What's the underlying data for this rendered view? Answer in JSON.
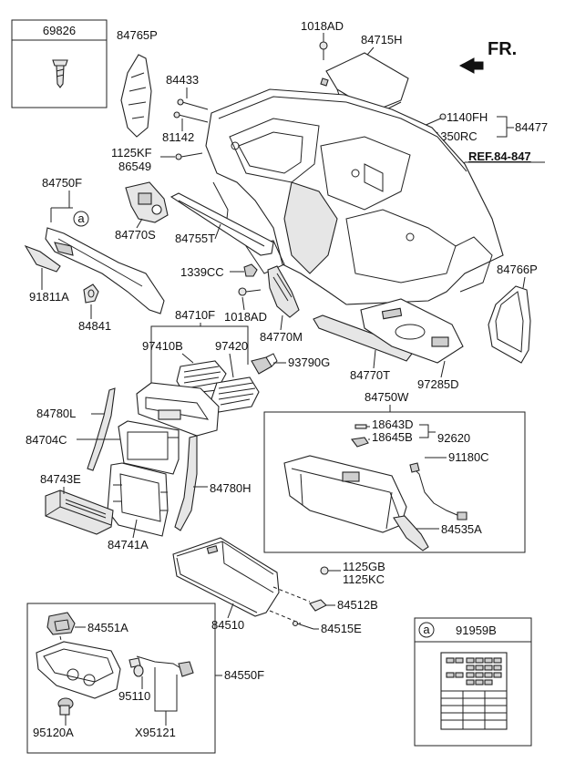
{
  "labels": {
    "p69826": "69826",
    "p84765P": "84765P",
    "p1018AD_top": "1018AD",
    "p84715H": "84715H",
    "fr": "FR.",
    "p84433": "84433",
    "p81142": "81142",
    "p1125KF": "1125KF",
    "p86549": "86549",
    "p1140FH": "1140FH",
    "p1350RC": "1350RC",
    "p84477": "84477",
    "ref": "REF.84-847",
    "p84750F": "84750F",
    "circle_a": "a",
    "p84770S": "84770S",
    "p84755T": "84755T",
    "p91811A": "91811A",
    "p84841": "84841",
    "p1339CC": "1339CC",
    "p1018AD_mid": "1018AD",
    "p84770M": "84770M",
    "p84766P": "84766P",
    "p84710F": "84710F",
    "p97410B": "97410B",
    "p97420": "97420",
    "p93790G": "93790G",
    "p84770T": "84770T",
    "p97285D": "97285D",
    "p84750W": "84750W",
    "p84780L": "84780L",
    "p18643D": "18643D",
    "p18645B": "18645B",
    "p92620": "92620",
    "p84704C": "84704C",
    "p91180C": "91180C",
    "p84743E": "84743E",
    "p84780H": "84780H",
    "p84535A": "84535A",
    "p84741A": "84741A",
    "p1125GB": "1125GB",
    "p1125KC": "1125KC",
    "p84512B": "84512B",
    "p84510": "84510",
    "p84515E": "84515E",
    "p84551A": "84551A",
    "p84550F": "84550F",
    "p95110": "95110",
    "p95120A": "95120A",
    "pX95121": "X95121",
    "inset_a": "a",
    "p91959B": "91959B"
  }
}
